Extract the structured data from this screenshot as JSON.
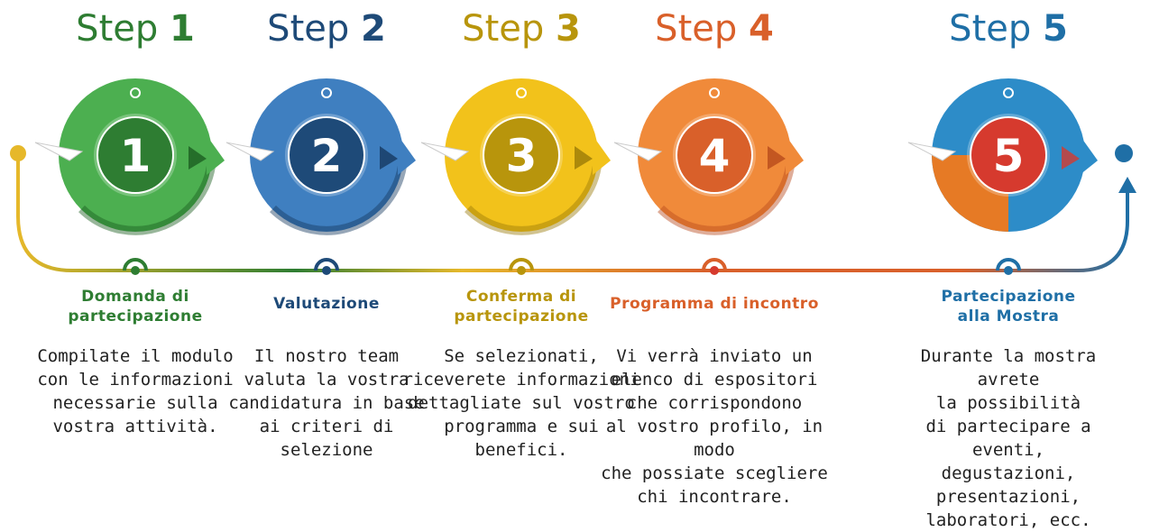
{
  "steps": [
    {
      "label": "Step",
      "number": "1",
      "title": "Domanda di\npartecipazione",
      "description": "Compilate il modulo\ncon le informazioni\nnecessarie sulla\nvostra attività.",
      "color": "#2e7d32",
      "light": "#4caf50",
      "dark": "#1b5e20"
    },
    {
      "label": "Step",
      "number": "2",
      "title": "Valutazione",
      "description": "Il nostro team\nvaluta la vostra\ncandidatura in base\nai criteri di\nselezione",
      "color": "#1e4a78",
      "light": "#3f7fc0",
      "dark": "#163a60"
    },
    {
      "label": "Step",
      "number": "3",
      "title": "Conferma di\npartecipazione",
      "description": "Se selezionati,\nriceverete informazioni\ndettagliate sul vostro\nprogramma e sui\nbenefici.",
      "color": "#b8950c",
      "light": "#f2c21b",
      "dark": "#9a7a08"
    },
    {
      "label": "Step",
      "number": "4",
      "title": "Programma di incontro",
      "description": "Vi verrà inviato un\nelenco di espositori\nche corrispondono\nal vostro profilo, in modo\nche possiate scegliere\nchi incontrare.",
      "color": "#d9602a",
      "light": "#f08a3a",
      "dark": "#b84a1c"
    },
    {
      "label": "Step",
      "number": "5",
      "title": "Partecipazione\nalla Mostra",
      "description": "Durante la mostra avrete\nla possibilità\ndi partecipare a eventi,\ndegustazioni,\npresentazioni,\nlaboratori, ecc.",
      "color": "#1f6fa6",
      "light": "#2d8cc8",
      "dark": "#d63a2e"
    }
  ]
}
